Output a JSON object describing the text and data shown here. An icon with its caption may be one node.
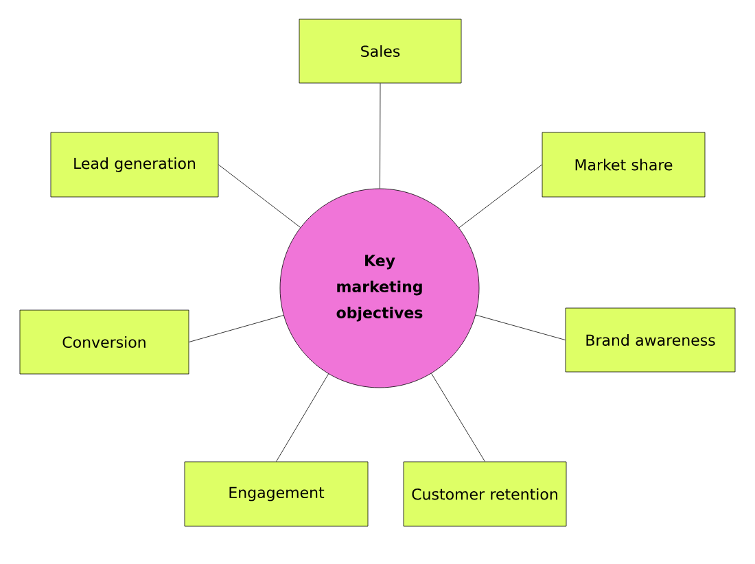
{
  "diagram": {
    "nodes": [
      {
        "text": [
          "Key marketing objectives"
        ]
      },
      {
        "text": [
          "Sales"
        ]
      },
      {
        "text": [
          "Market share"
        ]
      },
      {
        "text": [
          "Brand awareness"
        ]
      },
      {
        "text": [
          "Customer retention"
        ]
      },
      {
        "text": [
          "Engagement"
        ]
      },
      {
        "text": [
          "Conversion"
        ]
      },
      {
        "text": [
          "Lead generation"
        ]
      }
    ],
    "edges": [
      {
        "from": 0,
        "to": 1,
        "arrow": "none"
      },
      {
        "from": 0,
        "to": 2,
        "arrow": "none"
      },
      {
        "from": 0,
        "to": 3,
        "arrow": "none"
      },
      {
        "from": 0,
        "to": 4,
        "arrow": "none"
      },
      {
        "from": 0,
        "to": 5,
        "arrow": "none"
      },
      {
        "from": 0,
        "to": 6,
        "arrow": "none"
      },
      {
        "from": 0,
        "to": 7,
        "arrow": "none"
      }
    ]
  }
}
